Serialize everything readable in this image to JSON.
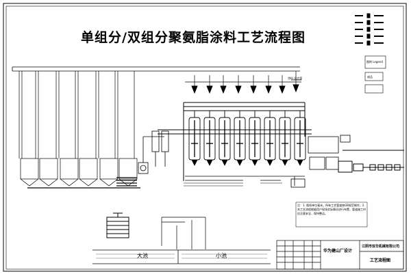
{
  "diagram": {
    "title": "单组分/双组分聚氨脂涂料工艺流程图",
    "labels": {
      "top_small": "涂料 反应釜",
      "legend_head": "图例 Legend",
      "equipment_1": "成品",
      "notes_block": "注：1. 图纸单位毫米，所有工艺管道按GB规范制作；2. 本工艺流程根据用户现场实际情况进行布置，管道施工时应注意安全，保持整洁。",
      "pool_large": "大池",
      "pool_small": "小池"
    },
    "title_block": {
      "project": "华为建山厂设计",
      "company": "江阴市双华机械有限公司",
      "drawing_name": "工艺流程图"
    }
  }
}
